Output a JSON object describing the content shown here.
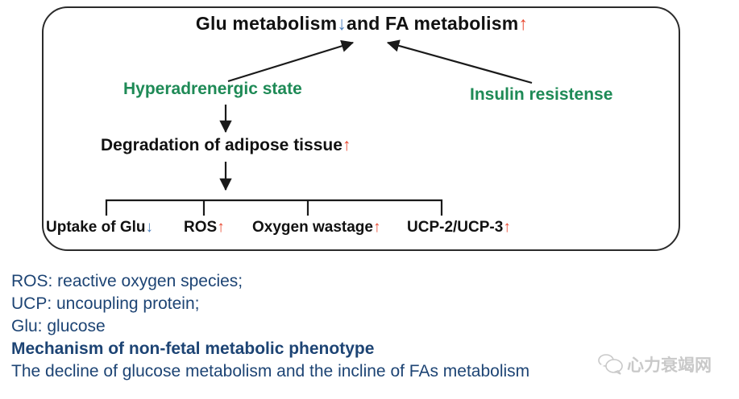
{
  "colors": {
    "box_border": "#2b2b2b",
    "green_text": "#1e8a56",
    "navy_text": "#1d4474",
    "red_arrow": "#e8462e",
    "blue_arrow": "#4f81bd",
    "black_text": "#111111",
    "watermark_gray": "#c9c9c9"
  },
  "glyphs": {
    "up_arrow": "↑",
    "down_arrow": "↓"
  },
  "diagram": {
    "title": {
      "part1": "Glu metabolism",
      "arrow1": "↓",
      "part2": "and FA metabolism",
      "arrow2": "↑"
    },
    "nodes": {
      "hyperadrenergic": "Hyperadrenergic state",
      "insulin": "Insulin resistense",
      "degradation": {
        "text": "Degradation of adipose tissue",
        "arrow": "↑"
      }
    },
    "outcomes": [
      {
        "text": "Uptake of Glu",
        "arrow": "↓",
        "direction": "down"
      },
      {
        "text": "ROS",
        "arrow": "↑",
        "direction": "up"
      },
      {
        "text": "Oxygen wastage",
        "arrow": "↑",
        "direction": "up"
      },
      {
        "text": "UCP-2/UCP-3",
        "arrow": "↑",
        "direction": "up"
      }
    ]
  },
  "caption": {
    "line1": "ROS: reactive oxygen species;",
    "line2": "UCP: uncoupling protein;",
    "line3": "Glu: glucose",
    "line4": "Mechanism of non-fetal metabolic phenotype",
    "line5": "The decline of glucose metabolism and the incline of FAs metabolism"
  },
  "watermark": {
    "text": "心力衰竭网"
  }
}
